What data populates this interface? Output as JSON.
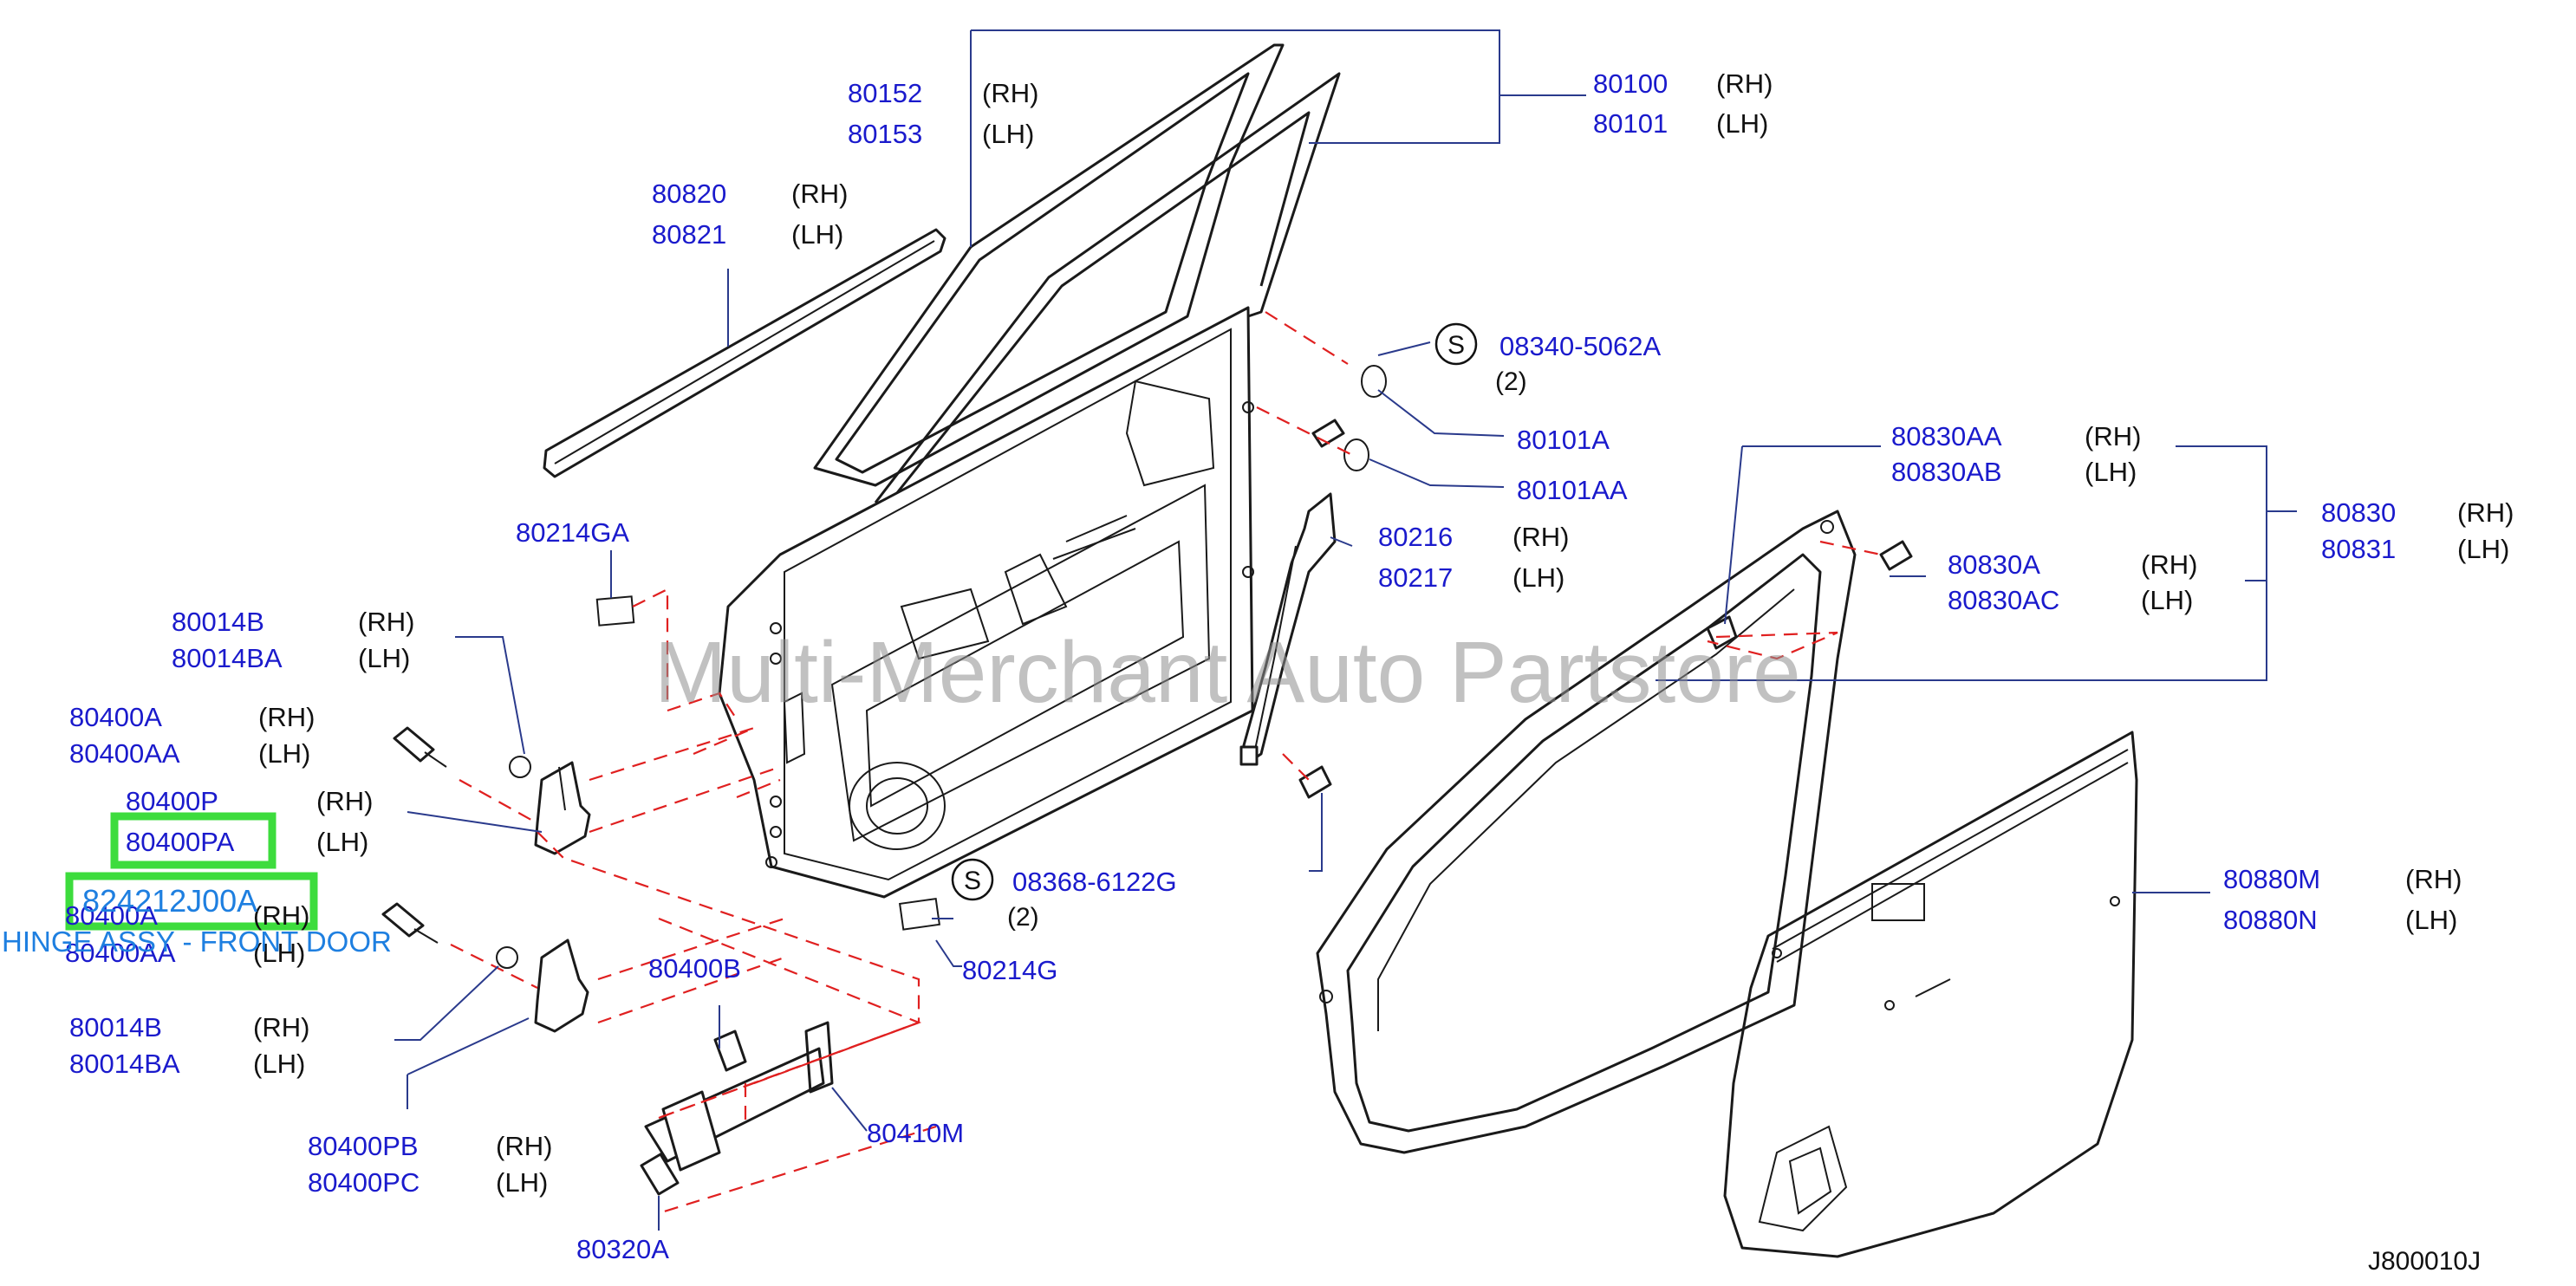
{
  "diagram": {
    "code": "J800010J",
    "watermark": "Multi-Merchant Auto Partstore",
    "tooltip": "HINGE ASSY - FRONT DOOR",
    "highlight_color": "#3ddc3d",
    "part_color": "#1a1acc",
    "link_color": "#1e7fe0",
    "leader_color": "#e02020"
  },
  "labels": {
    "p80152": "80152",
    "s80152": "(RH)",
    "p80153": "80153",
    "s80153": "(LH)",
    "p80100": "80100",
    "s80100": "(RH)",
    "p80101": "80101",
    "s80101": "(LH)",
    "p80820": "80820",
    "s80820": "(RH)",
    "p80821": "80821",
    "s80821": "(LH)",
    "s_symbol1": "S",
    "p08340": "08340-5062A",
    "q08340": "(2)",
    "p80101A": "80101A",
    "p80101AA": "80101AA",
    "p80214GA": "80214GA",
    "p80216": "80216",
    "s80216": "(RH)",
    "p80217": "80217",
    "s80217": "(LH)",
    "p80830AA": "80830AA",
    "s80830AA": "(RH)",
    "p80830AB": "80830AB",
    "s80830AB": "(LH)",
    "p80830": "80830",
    "s80830": "(RH)",
    "p80831": "80831",
    "s80831": "(LH)",
    "p80830A": "80830A",
    "s80830A": "(RH)",
    "p80830AC": "80830AC",
    "s80830AC": "(LH)",
    "p80014B": "80014B",
    "s80014B": "(RH)",
    "p80014BA": "80014BA",
    "s80014BA": "(LH)",
    "p80400A": "80400A",
    "s80400A": "(RH)",
    "p80400AA": "80400AA",
    "s80400AA": "(LH)",
    "p80400P": "80400P",
    "s80400P": "(RH)",
    "p80400PA": "80400PA",
    "s80400PA": "(LH)",
    "p824212J00A": "824212J00A",
    "p80400A_2": "80400A",
    "s80400A_2": "(RH)",
    "p80400AA_2": "80400AA",
    "s80400AA_2": "(LH)",
    "s_symbol2": "S",
    "p08368": "08368-6122G",
    "q08368": "(2)",
    "p80214G": "80214G",
    "p80880M": "80880M",
    "s80880M": "(RH)",
    "p80880N": "80880N",
    "s80880N": "(LH)",
    "p80014B_2": "80014B",
    "s80014B_2": "(RH)",
    "p80014BA_2": "80014BA",
    "s80014BA_2": "(LH)",
    "p80400B": "80400B",
    "p80410M": "80410M",
    "p80400PB": "80400PB",
    "s80400PB": "(RH)",
    "p80400PC": "80400PC",
    "s80400PC": "(LH)",
    "p80320A": "80320A"
  }
}
